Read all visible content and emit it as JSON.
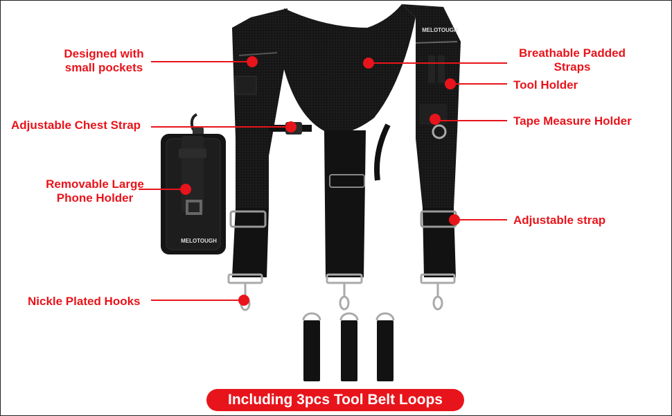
{
  "labels": {
    "pockets": "Designed with\nsmall pockets",
    "chest_strap": "Adjustable Chest Strap",
    "phone_holder": "Removable Large\nPhone Holder",
    "hooks": "Nickle Plated Hooks",
    "padded_straps": "Breathable Padded\nStraps",
    "tool_holder": "Tool Holder",
    "tape_holder": "Tape Measure Holder",
    "adjustable_strap": "Adjustable strap"
  },
  "brand": {
    "harness_logo": "MELOTOUGH",
    "pouch_logo": "MELOTOUGH"
  },
  "banner": "Including 3pcs Tool Belt Loops",
  "colors": {
    "accent": "#e8141b",
    "strap": "#111111",
    "metal": "#b9b9b9"
  }
}
